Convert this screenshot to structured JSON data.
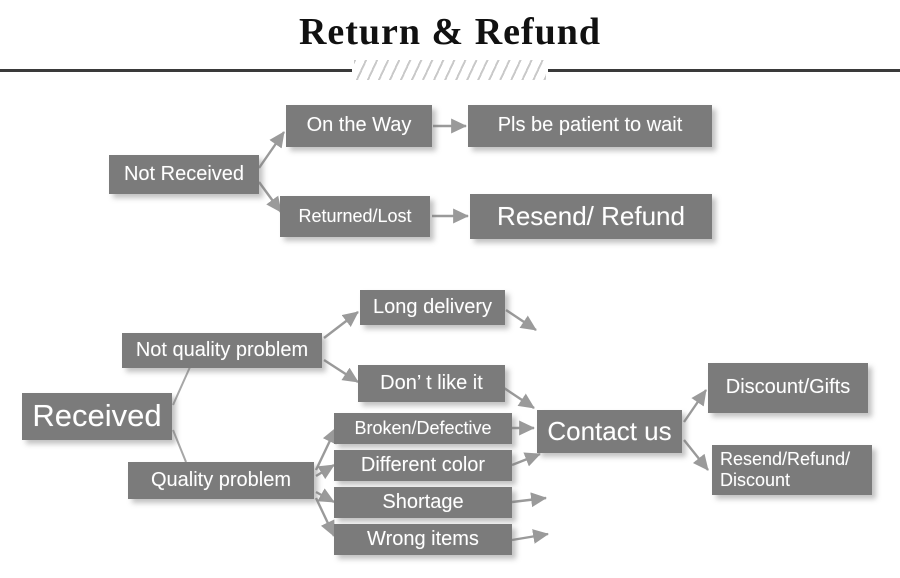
{
  "header": {
    "title": "Return & Refund",
    "divider_left": "rule-left",
    "divider_right": "rule-right",
    "hatch_label": "diagonal-hatch-ornament"
  },
  "colors": {
    "box_fill": "#7b7b7b",
    "box_text": "#ffffff",
    "connector": "#9a9a9a",
    "rule": "#3a3a3a",
    "background": "#ffffff"
  },
  "flow": {
    "not_received": {
      "root": "Not Received",
      "branches": [
        {
          "label": "On the Way",
          "result": "Pls be patient to wait"
        },
        {
          "label": "Returned/Lost",
          "result": "Resend/ Refund"
        }
      ]
    },
    "received": {
      "root": "Received",
      "not_quality": {
        "label": "Not quality problem",
        "reasons": [
          "Long delivery",
          "Don’  t like it"
        ]
      },
      "quality": {
        "label": "Quality problem",
        "reasons": [
          "Broken/Defective",
          "Different color",
          "Shortage",
          "Wrong items"
        ]
      },
      "hub": "Contact us",
      "outcomes": [
        "Discount/Gifts",
        "Resend/Refund/\nDiscount"
      ]
    }
  }
}
